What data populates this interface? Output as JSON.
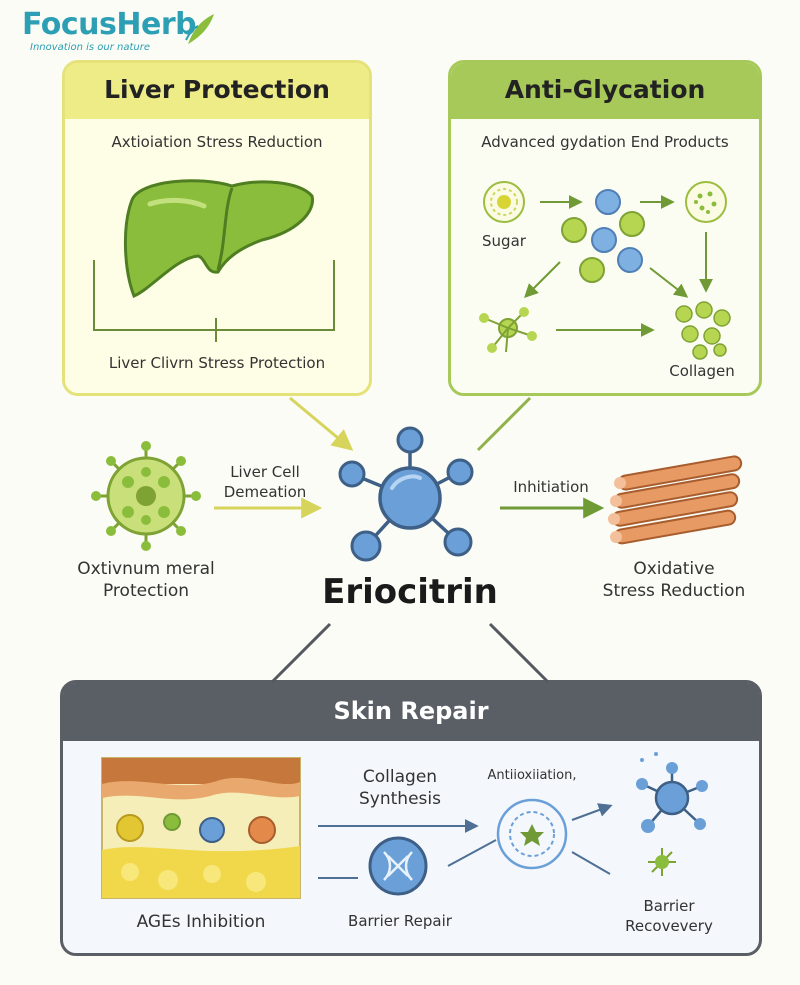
{
  "brand": {
    "name": "FocusHerb",
    "tagline": "Innovation is our nature"
  },
  "center": {
    "label": "Eriocitrin"
  },
  "liver_panel": {
    "title": "Liver Protection",
    "subtitle": "Axtioiation Stress Reduction",
    "caption": "Liver Clivrn Stress Protection"
  },
  "glycation_panel": {
    "title": "Anti-Glycation",
    "subtitle": "Advanced gydation End Products",
    "sugar_label": "Sugar",
    "collagen_label": "Collagen"
  },
  "left_side": {
    "arrow_label_line1": "Liver Cell",
    "arrow_label_line2": "Demeation",
    "caption_line1": "Oxtivnum meral",
    "caption_line2": "Protection"
  },
  "right_side": {
    "arrow_label": "Inhitiation",
    "caption_line1": "Oxidative",
    "caption_line2": "Stress Reduction"
  },
  "skin_panel": {
    "title": "Skin Repair",
    "ages_label": "AGEs Inhibition",
    "collagen_line1": "Collagen",
    "collagen_line2": "Synthesis",
    "barrier_repair_label": "Barrier Repair",
    "antioxidation_label": "Antiioxiiation,",
    "recovery_line1": "Barrier",
    "recovery_line2": "Recovevery"
  },
  "colors": {
    "brand_teal": "#2d9fb4",
    "liver_yellow": "#eeec86",
    "glycation_green": "#a6c95a",
    "skin_slate": "#5a5f66",
    "molecule_blue": "#6a9fd8",
    "herb_green": "#8bbd3c"
  },
  "icons": [
    "liver-icon",
    "virus-icon",
    "molecule-icon",
    "muscle-fiber-icon",
    "skin-layer-icon",
    "sugar-cell-icon",
    "collagen-cluster-icon"
  ]
}
